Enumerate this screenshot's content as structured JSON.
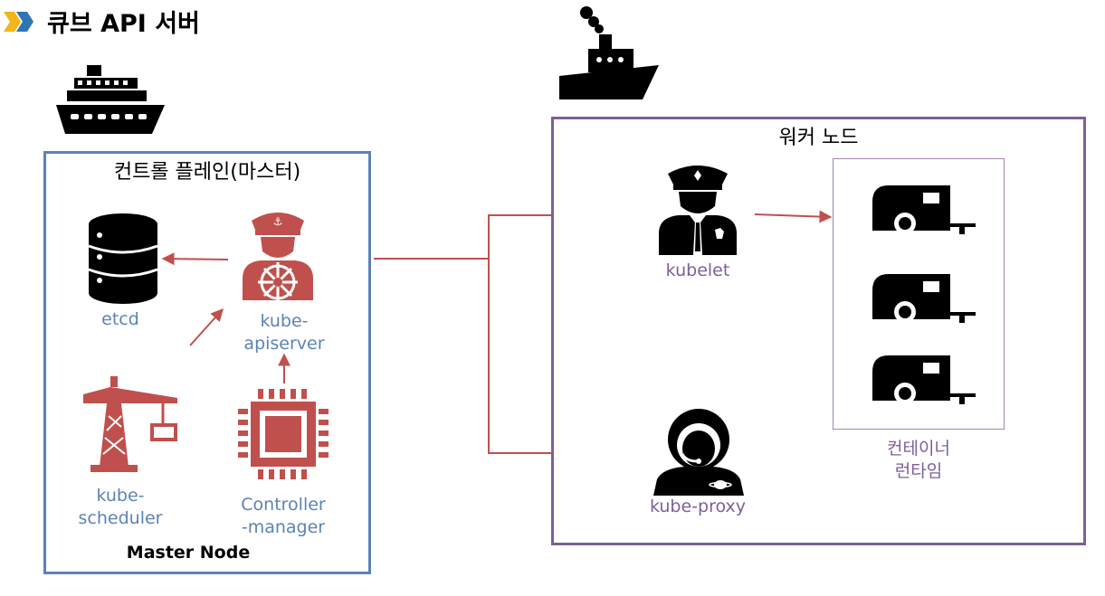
{
  "title": "큐브 API 서버",
  "colors": {
    "control_border": "#5b83b5",
    "worker_border": "#7e5f9a",
    "accent_red": "#c0504d",
    "icon_black": "#000000",
    "logo_yellow": "#f2b51a",
    "logo_blue": "#2e75b6"
  },
  "control_plane": {
    "title": "컨트롤 플레인(마스터)",
    "footer": "Master Node",
    "components": {
      "etcd": "etcd",
      "apiserver": "kube-\napiserver",
      "scheduler": "kube-\nscheduler",
      "controller": "Controller\n-manager"
    }
  },
  "worker_node": {
    "title": "워커 노드",
    "components": {
      "kubelet": "kubelet",
      "proxy": "kube-proxy",
      "runtime": "컨테이너\n런타임"
    }
  },
  "icons": {
    "logo": "chevron-logo-icon",
    "control_ship": "cruise-ship-icon",
    "worker_ship": "cargo-ship-icon",
    "etcd": "database-icon",
    "apiserver": "ship-captain-icon",
    "scheduler": "crane-icon",
    "controller": "cpu-chip-icon",
    "kubelet": "police-officer-icon",
    "proxy": "astronaut-icon",
    "container": "camper-trailer-icon"
  }
}
